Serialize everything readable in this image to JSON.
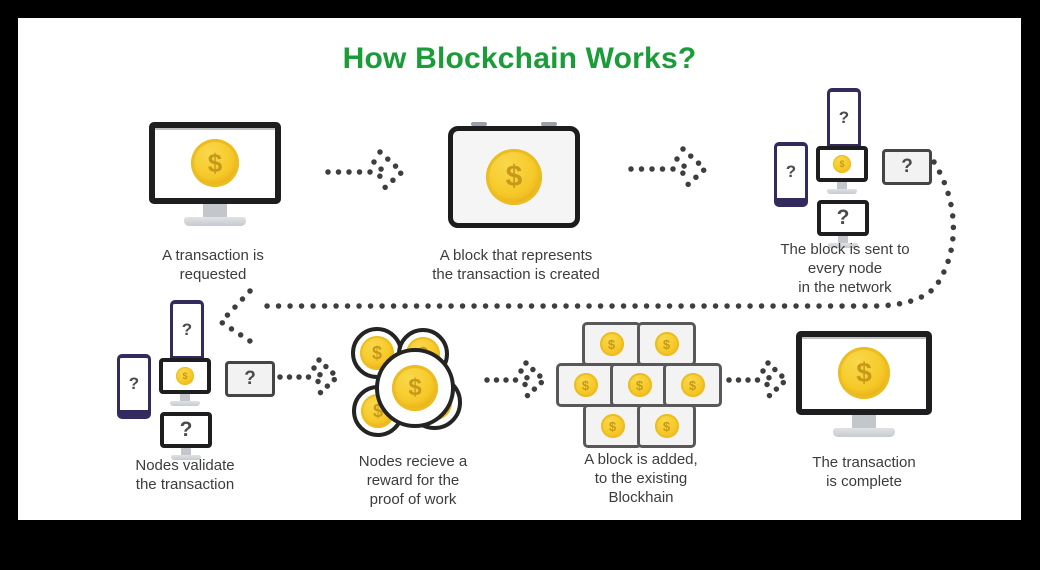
{
  "title": "How Blockchain Works?",
  "glyphs": {
    "dollar": "$",
    "question": "?"
  },
  "colors": {
    "title_green": "#1a9c39",
    "coin_gold": "#f6c929",
    "coin_symbol": "#c69a18",
    "dot_gray": "#3e3e3e",
    "phone_navy": "#332b5e",
    "caption_gray": "#3c3c3c",
    "background": "#000000",
    "canvas": "#ffffff"
  },
  "steps": [
    {
      "id": 1,
      "icon": "desktop-monitor-with-coin",
      "caption_lines": [
        "A transaction is",
        "requested"
      ]
    },
    {
      "id": 2,
      "icon": "tablet-with-coin",
      "caption_lines": [
        "A block that represents",
        "the transaction is created"
      ]
    },
    {
      "id": 3,
      "icon": "device-network-cluster",
      "caption_lines": [
        "The block is sent to",
        "every node",
        "in the network"
      ]
    },
    {
      "id": 4,
      "icon": "device-network-cluster",
      "caption_lines": [
        "Nodes validate",
        "the transaction"
      ]
    },
    {
      "id": 5,
      "icon": "node-circles-with-coins",
      "caption_lines": [
        "Nodes recieve a",
        "reward for the",
        "proof of work"
      ]
    },
    {
      "id": 6,
      "icon": "block-wall-with-coins",
      "caption_lines": [
        "A block is added,",
        "to the existing",
        "Blockhain"
      ]
    },
    {
      "id": 7,
      "icon": "desktop-monitor-with-coin",
      "caption_lines": [
        "The transaction",
        "is complete"
      ]
    }
  ]
}
